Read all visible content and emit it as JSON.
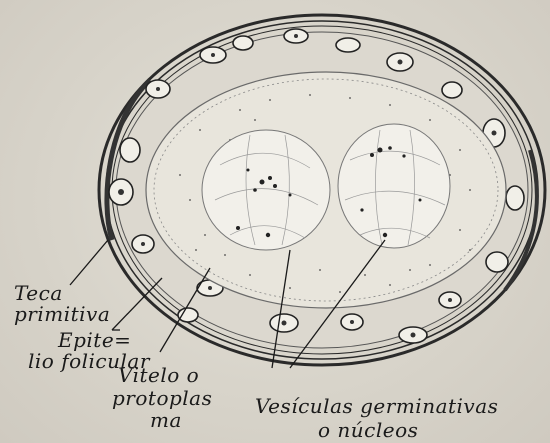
{
  "colors": {
    "ink": "#1a1a1a",
    "paper": "#d9d5cb",
    "cytoplasm": "#e8e5dc",
    "follicle": "#dcd8cf"
  },
  "labels": {
    "teca_1": "Teca",
    "teca_2": "primitiva",
    "epitelio_1": "Epite=",
    "epitelio_2": "lio folicular",
    "vitelo_1": "Vitelo o",
    "vitelo_2": "protoplas",
    "vitelo_3": "ma",
    "vesiculas_1": "Vesículas germinativas",
    "vesiculas_2": "o núcleos"
  }
}
